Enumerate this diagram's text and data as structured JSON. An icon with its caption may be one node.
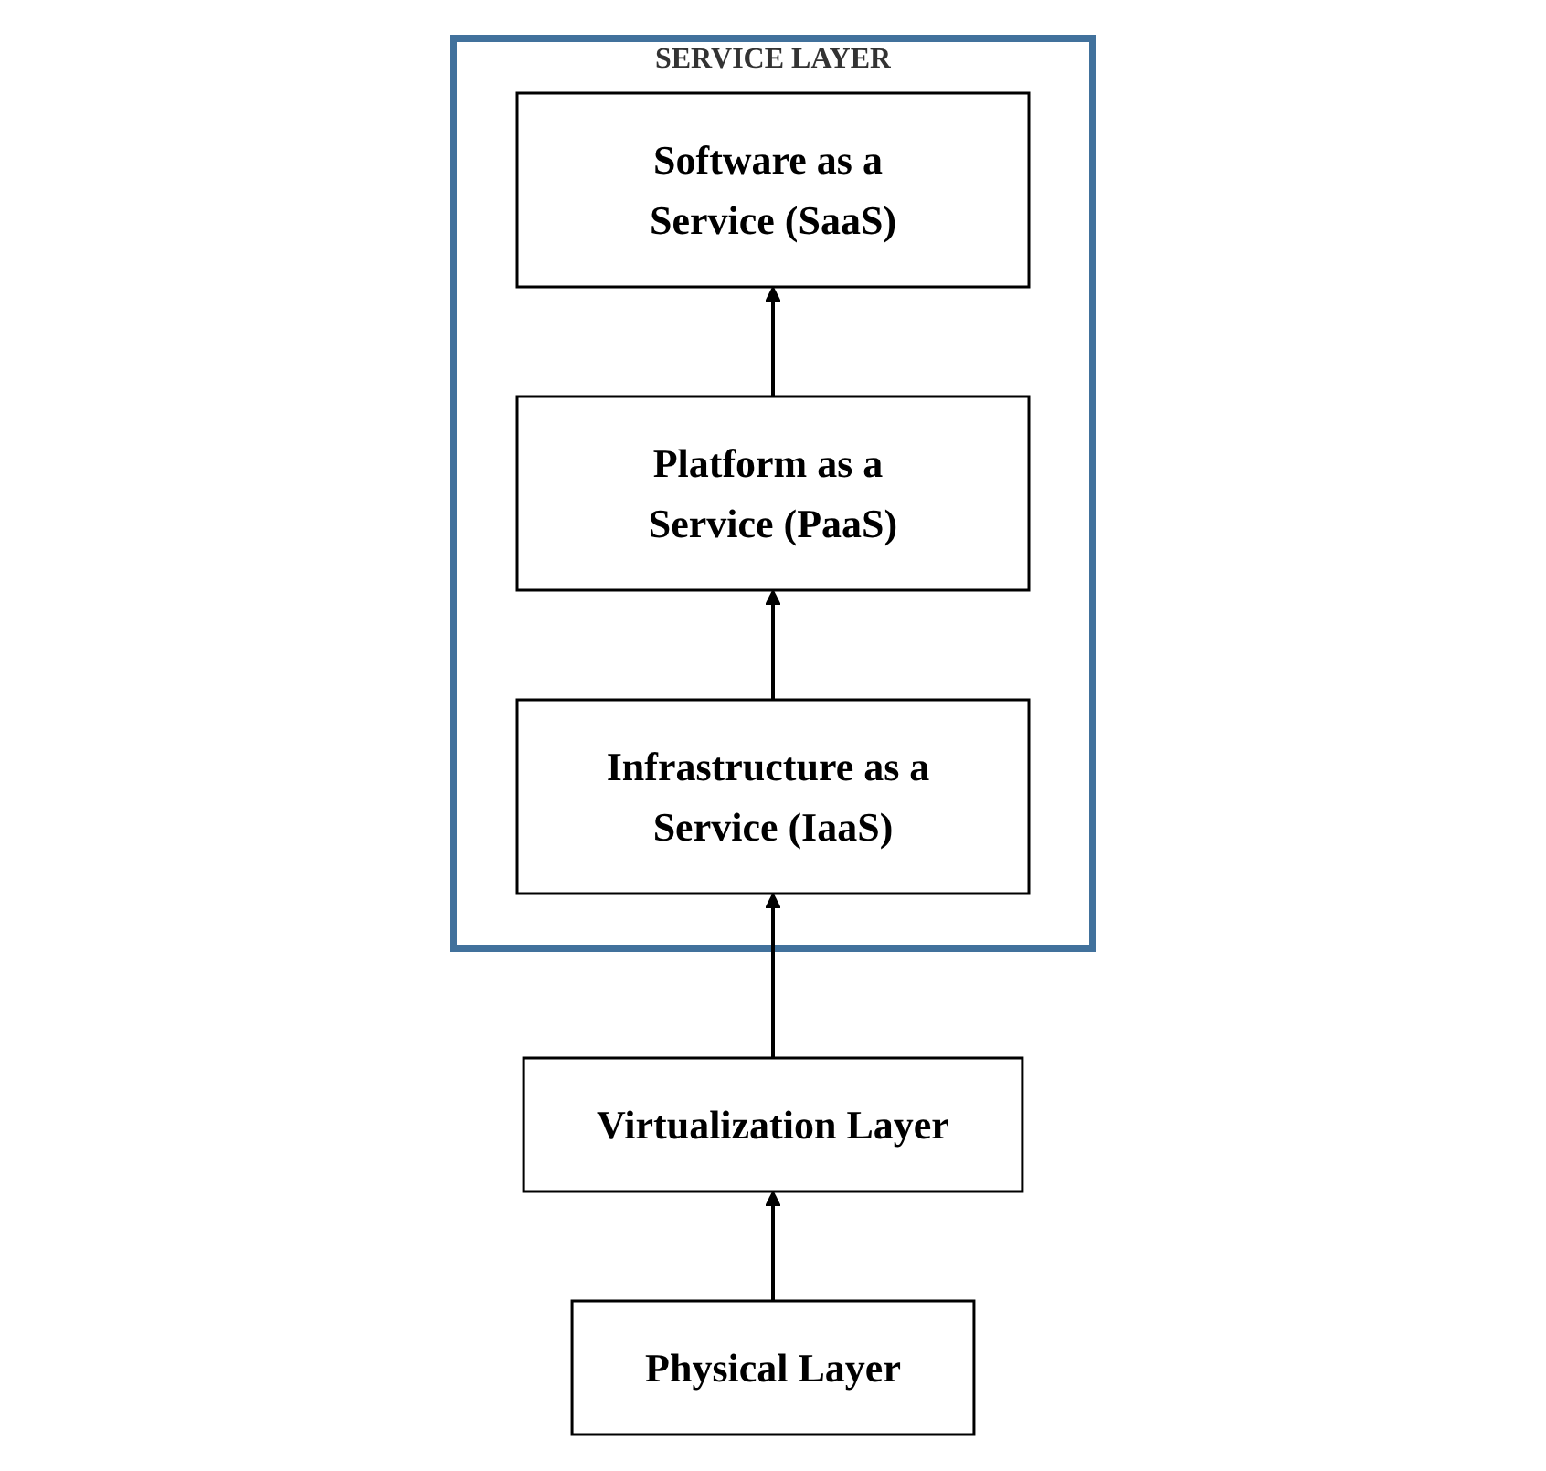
{
  "diagram": {
    "nodes": [
      {
        "text": [
          "SERVICE LAYER"
        ]
      },
      {
        "text": [
          "Software as a Service (SaaS)"
        ],
        "in": 0
      },
      {
        "text": [
          "Platform as a Service (PaaS)"
        ],
        "in": 0
      },
      {
        "text": [
          "Infrastructure as a Service (IaaS)"
        ],
        "in": 0
      },
      {
        "text": [
          "Virtualization Layer"
        ]
      },
      {
        "text": [
          "Physical Layer"
        ]
      }
    ],
    "edges": [
      {
        "from": 2,
        "to": 1,
        "arrow": "to"
      },
      {
        "from": 3,
        "to": 2,
        "arrow": "to"
      },
      {
        "from": 4,
        "to": 3,
        "arrow": "to"
      },
      {
        "from": 5,
        "to": 4,
        "arrow": "to"
      }
    ]
  }
}
